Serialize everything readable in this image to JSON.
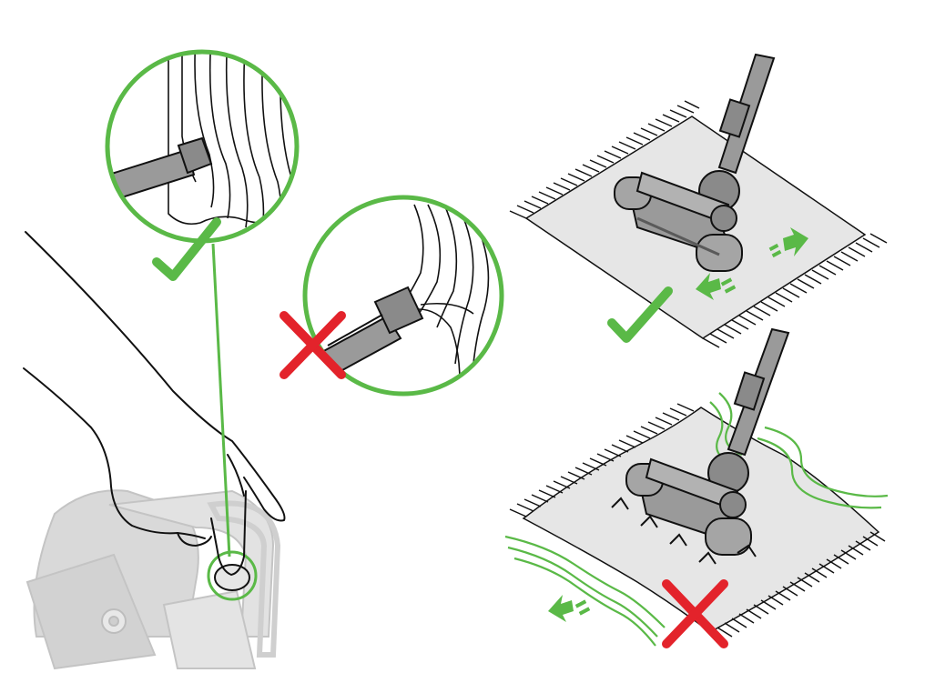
{
  "colors": {
    "good": "#5ab947",
    "bad": "#e3232b",
    "line": "#111111",
    "tool": "#9a9a9a",
    "tool_dark": "#6f6f6f",
    "rug": "#e6e6e6",
    "faded": "#d9d9d9"
  },
  "panels": [
    {
      "id": "curtain-zoom-correct",
      "verdict": "correct",
      "mark": "check-icon"
    },
    {
      "id": "curtain-zoom-incorrect",
      "verdict": "incorrect",
      "mark": "cross-icon"
    },
    {
      "id": "rug-flat-correct",
      "verdict": "correct",
      "mark": "check-icon"
    },
    {
      "id": "rug-rippled-incorrect",
      "verdict": "incorrect",
      "mark": "cross-icon"
    }
  ],
  "icons": [
    "check-icon",
    "cross-icon",
    "arrow-icon",
    "finger-press-icon",
    "vacuum-head-icon",
    "curtain-icon",
    "rug-icon",
    "suction-wave-icon"
  ]
}
